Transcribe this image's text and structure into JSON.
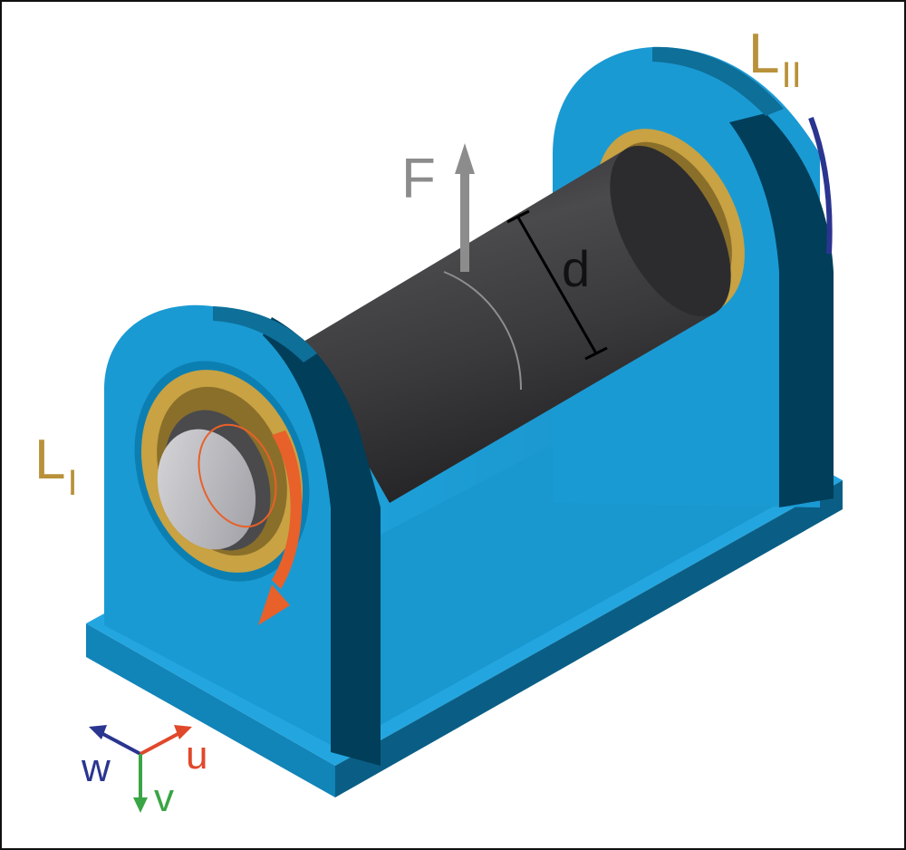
{
  "labels": {
    "bearing_left": {
      "main": "L",
      "sub": "I"
    },
    "bearing_right": {
      "main": "L",
      "sub": "II"
    },
    "force": "F",
    "diameter": "d"
  },
  "axes": {
    "w": "w",
    "u": "u",
    "v": "v"
  },
  "colors": {
    "housing": "#1a9ad3",
    "housing_dark": "#003e5a",
    "housing_mid": "#0e6f99",
    "shaft": "#3b3b3d",
    "bearing": "#c8a243",
    "label_gold": "#b8913a",
    "force_gray": "#8c8c8c",
    "rotation_orange": "#e8602a",
    "axis_w": "#2a3590",
    "axis_u": "#e0482a",
    "axis_v": "#3aa545"
  }
}
